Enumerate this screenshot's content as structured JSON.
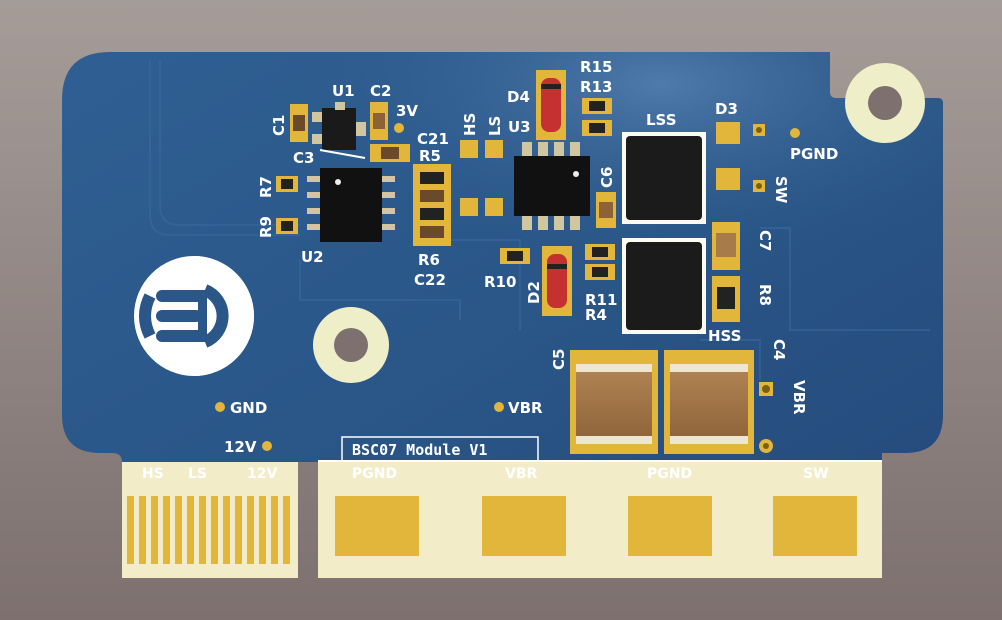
{
  "board": {
    "module_name": "BSC07 Module V1",
    "logo_text": "ED"
  },
  "references": {
    "u1": "U1",
    "c2": "C2",
    "c1": "C1",
    "v3": "3V",
    "c21": "C21",
    "c3": "C3",
    "r5": "R5",
    "r7": "R7",
    "r9": "R9",
    "u2": "U2",
    "r6": "R6",
    "c22": "C22",
    "hs_top": "HS",
    "ls_top": "LS",
    "u3": "U3",
    "d4": "D4",
    "r15": "R15",
    "r13": "R13",
    "c6": "C6",
    "lss": "LSS",
    "d3": "D3",
    "pgnd_top": "PGND",
    "sw_top": "SW",
    "c7": "C7",
    "r8": "R8",
    "hss": "HSS",
    "r10": "R10",
    "d2": "D2",
    "r11": "R11",
    "r4": "R4",
    "c5": "C5",
    "c4": "C4",
    "vbr_right": "VBR",
    "gnd": "GND",
    "vbr_mid": "VBR",
    "v12_mid": "12V"
  },
  "edge_pins": {
    "left": [
      "HS",
      "LS",
      "12V"
    ],
    "right": [
      "PGND",
      "VBR",
      "PGND",
      "SW"
    ]
  },
  "colors": {
    "soldermask": "#2d5a8c",
    "gold": "#e2b63a",
    "silkscreen": "#ffffff",
    "background": "#8f8481",
    "mounting_ring": "#eeeec8"
  }
}
